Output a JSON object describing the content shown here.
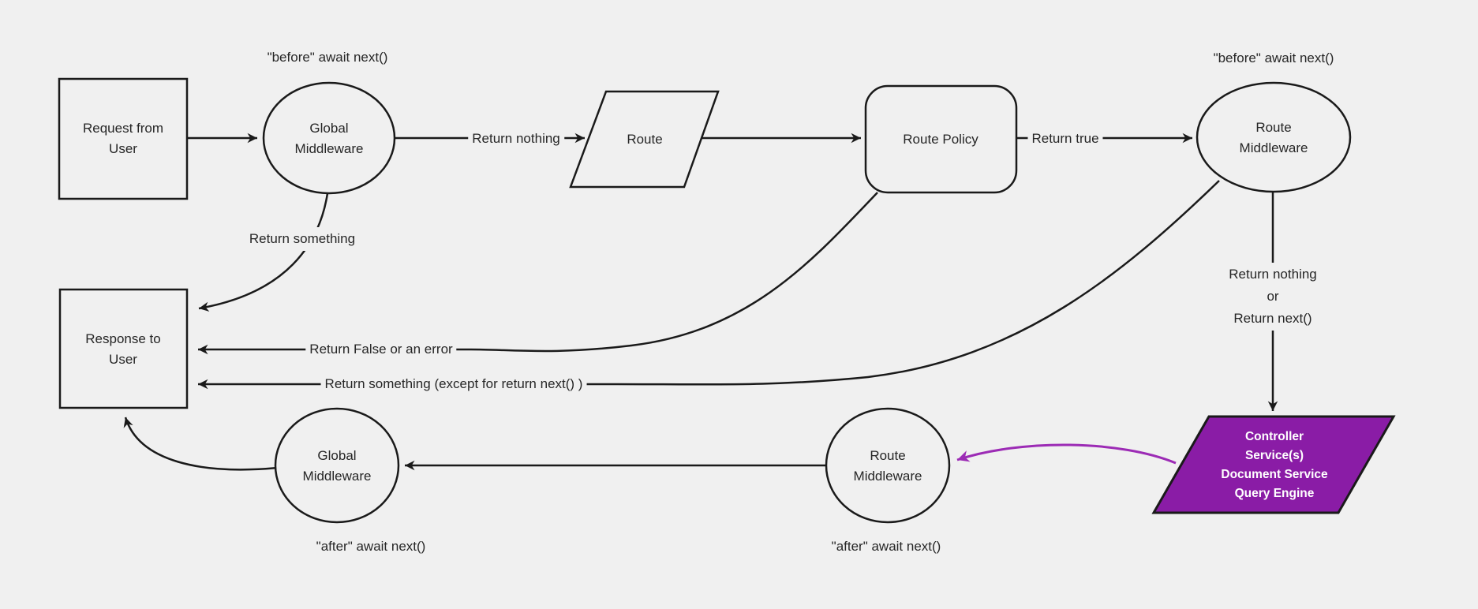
{
  "diagram": {
    "title_hint": "middleware request lifecycle flowchart",
    "colors": {
      "background": "#f0f0f0",
      "shape_fill": "#f0f0f0",
      "stroke": "#1a1a1a",
      "text": "#262626",
      "controller_fill": "#8a1ca6",
      "controller_text": "#ffffff",
      "purple_edge": "#9c2bb5"
    }
  },
  "nodes": {
    "request": {
      "label": "Request from\nUser",
      "shape": "rectangle"
    },
    "global_middleware_top": {
      "label": "Global\nMiddleware",
      "shape": "ellipse"
    },
    "route": {
      "label": "Route",
      "shape": "parallelogram"
    },
    "route_policy": {
      "label": "Route Policy",
      "shape": "rounded-rectangle"
    },
    "route_middleware_top": {
      "label": "Route\nMiddleware",
      "shape": "ellipse"
    },
    "response": {
      "label": "Response to\nUser",
      "shape": "rectangle"
    },
    "global_middleware_bottom": {
      "label": "Global\nMiddleware",
      "shape": "ellipse"
    },
    "route_middleware_bottom": {
      "label": "Route\nMiddleware",
      "shape": "ellipse"
    },
    "controller": {
      "label": "Controller\nService(s)\nDocument Service\nQuery Engine",
      "shape": "parallelogram"
    }
  },
  "labels": {
    "before_left": "\"before\" await next()",
    "before_right": "\"before\" await next()",
    "return_nothing": "Return nothing",
    "return_true": "Return true",
    "return_something": "Return something",
    "return_false": "Return False or an error",
    "return_something_except": "Return something (except for return next() )",
    "return_nothing_or_next": "Return nothing\nor\nReturn next()",
    "after_left": "\"after\" await next()",
    "after_right": "\"after\" await next()"
  }
}
